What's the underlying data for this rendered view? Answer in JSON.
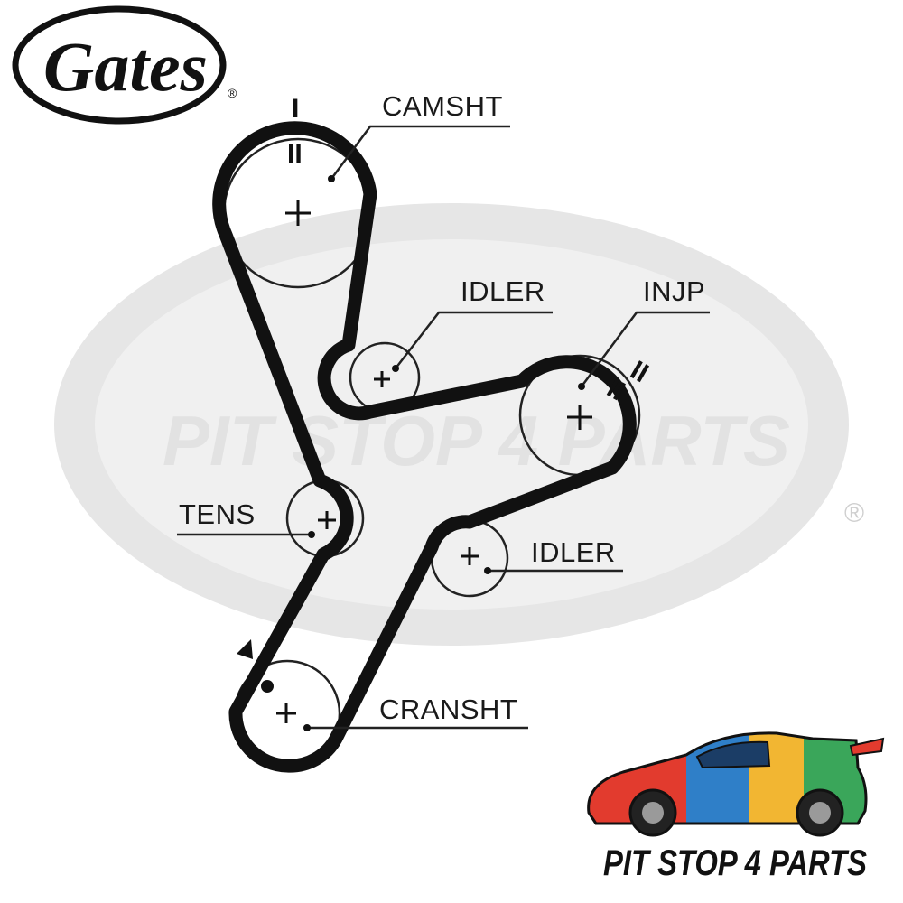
{
  "brand": {
    "logo_text": "Gates",
    "registered_mark": "®",
    "background_registered_mark": "®"
  },
  "watermark": {
    "text": "PIT STOP 4 PARTS"
  },
  "dealer": {
    "name": "PIT STOP 4 PARTS",
    "car_colors": [
      "#e23b2e",
      "#2f7fc8",
      "#f2b632",
      "#3aa65a"
    ]
  },
  "diagram": {
    "belt_color": "#111111",
    "labels": {
      "camshaft": "CAMSHT",
      "idler_upper": "IDLER",
      "injection_pump": "INJP",
      "tensioner": "TENS",
      "idler_lower": "IDLER",
      "crankshaft": "CRANSHT"
    },
    "timing_marks": {
      "cam_top": "I",
      "cam_inner": "II",
      "injp_outer": "II",
      "injp_inner": "II"
    },
    "center_symbol": "+"
  }
}
